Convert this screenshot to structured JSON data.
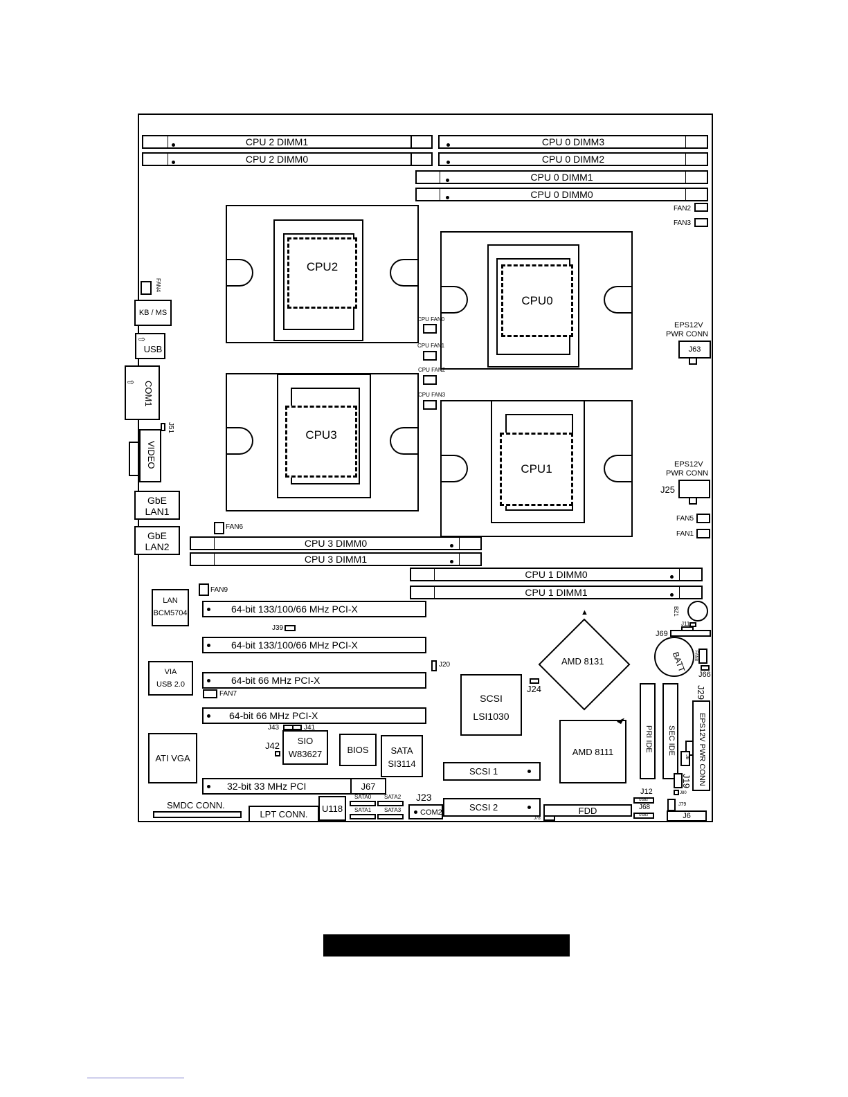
{
  "dimms": {
    "cpu2_dimm1": "CPU 2   DIMM1",
    "cpu2_dimm0": "CPU 2   DIMM0",
    "cpu0_dimm3": "CPU 0   DIMM3",
    "cpu0_dimm2": "CPU 0   DIMM2",
    "cpu0_dimm1": "CPU 0   DIMM1",
    "cpu0_dimm0": "CPU 0   DIMM0",
    "cpu3_dimm0": "CPU 3   DIMM0",
    "cpu3_dimm1": "CPU 3   DIMM1",
    "cpu1_dimm0": "CPU 1   DIMM0",
    "cpu1_dimm1": "CPU 1   DIMM1"
  },
  "cpus": {
    "cpu0": "CPU0",
    "cpu1": "CPU1",
    "cpu2": "CPU2",
    "cpu3": "CPU3"
  },
  "cpu_fans": {
    "f0": "CPU FAN0",
    "f1": "CPU FAN1",
    "f2": "CPU FAN2",
    "f3": "CPU FAN3"
  },
  "fans": {
    "fan1": "FAN1",
    "fan2": "FAN2",
    "fan3": "FAN3",
    "fan4": "FAN4",
    "fan5": "FAN5",
    "fan6": "FAN6",
    "fan7": "FAN7",
    "fan8": "FAN8",
    "fan9": "FAN9"
  },
  "io": {
    "kbms": "KB / MS",
    "usb": "USB",
    "com1": "COM1",
    "j51": "J51",
    "video": "VIDEO",
    "gbe": "GbE",
    "lan1": "LAN1",
    "lan2": "LAN2"
  },
  "power": {
    "eps12v": "EPS12V",
    "pwr_conn": "PWR CONN",
    "j63": "J63",
    "j25": "J25",
    "eps_vertical": "EPS12V PWR CONN",
    "j29": "J29"
  },
  "chips": {
    "lan": "LAN",
    "bcm": "BCM5704",
    "via": "VIA",
    "usb20": "USB 2.0",
    "ati": "ATI VGA",
    "sio": "SIO",
    "w83627": "W83627",
    "bios": "BIOS",
    "sata": "SATA",
    "si3114": "SI3114",
    "scsi": "SCSI",
    "lsi": "LSI1030",
    "amd8131": "AMD 8131",
    "amd8111": "AMD 8111",
    "batt": "BATT",
    "bz1": "BZ1"
  },
  "pci_slots": {
    "s1": "64-bit 133/100/66 MHz   PCI-X",
    "s2": "64-bit 133/100/66 MHz   PCI-X",
    "s3": "64-bit  66 MHz    PCI-X",
    "s4": "64-bit  66 MHz    PCI-X",
    "s5": "32-bit  33 MHz    PCI"
  },
  "jumpers": {
    "j39": "J39",
    "j20": "J20",
    "j24": "J24",
    "j43": "J43",
    "j41": "J41",
    "j42": "J42",
    "j67": "J67",
    "j23": "J23",
    "j69": "J69",
    "j11": "J11",
    "j66": "J66",
    "j12": "J12",
    "j68": "J68",
    "j79": "J79",
    "j6": "J6",
    "j19": "J19",
    "j80": "J80",
    "j8": "J8",
    "j78": "J78"
  },
  "connectors": {
    "smdc": "SMDC CONN.",
    "lpt": "LPT CONN.",
    "u118": "U118",
    "com2": "COM2",
    "scsi1": "SCSI 1",
    "scsi2": "SCSI 2",
    "fdd": "FDD",
    "pri_ide": "PRI IDE",
    "sec_ide": "SEC IDE",
    "sata0": "SATA0",
    "sata1": "SATA1",
    "sata2": "SATA2",
    "sata3": "SATA3",
    "usb2": "USB2",
    "usb3": "USB3"
  }
}
